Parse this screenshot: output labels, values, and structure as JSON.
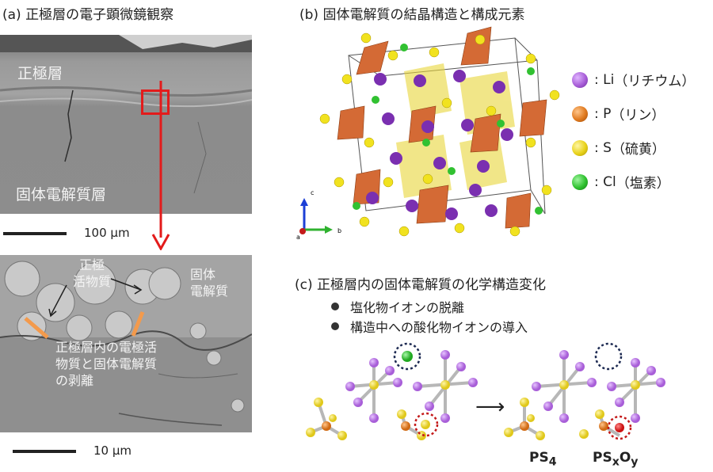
{
  "panel_a": {
    "title": "(a) 正極層の電子顕微鏡観察",
    "top_image": {
      "label_cathode": "正極層",
      "label_electrolyte": "固体電解質層",
      "scale": "100 μm"
    },
    "bottom_image": {
      "label_active": [
        "正極",
        "活物質"
      ],
      "label_solid": [
        "固体",
        "電解質"
      ],
      "label_delam": [
        "正極層内の電極活",
        "物質と固体電解質",
        "の剥離"
      ],
      "scale": "10 μm"
    },
    "colors": {
      "highlight": "#e31b1b",
      "delamination": "#f39a4c"
    }
  },
  "panel_b": {
    "title": "(b) 固体電解質の結晶構造と構成元素",
    "axes": {
      "c": "c",
      "b": "b",
      "a": "a"
    },
    "legend": [
      {
        "symbol": ": Li",
        "name": "（リチウム）",
        "color": "#a85ed8"
      },
      {
        "symbol": ": P",
        "name": "（リン）",
        "color": "#e07a1f"
      },
      {
        "symbol": ": S",
        "name": "（硫黄）",
        "color": "#e8d21a"
      },
      {
        "symbol": ": Cl",
        "name": "（塩素）",
        "color": "#2ec12e"
      }
    ]
  },
  "panel_c": {
    "title": "(c) 正極層内の固体電解質の化学構造変化",
    "bullets": [
      "塩化物イオンの脱離",
      "構造中への酸化物イオンの導入"
    ],
    "formula_left": {
      "base": "PS",
      "sub": "4"
    },
    "formula_right": {
      "base1": "PS",
      "sub1": "x",
      "base2": "O",
      "sub2": "y"
    },
    "arrow_glyph": "⟶"
  }
}
